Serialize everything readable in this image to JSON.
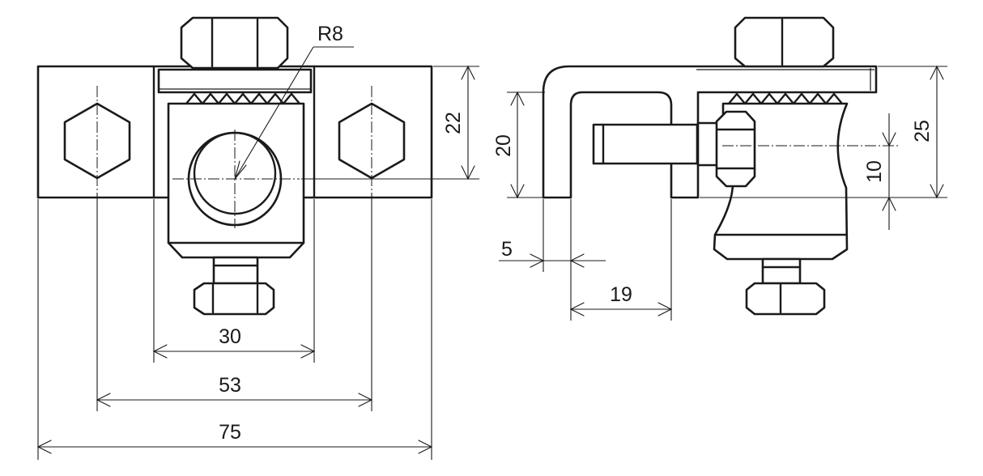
{
  "dimensions": {
    "d75": "75",
    "d53": "53",
    "d30": "30",
    "d22": "22",
    "r8": "R8",
    "d20": "20",
    "d25": "25",
    "d10": "10",
    "d5": "5",
    "d19": "19"
  },
  "colors": {
    "line": "#1a1a1a",
    "background": "#ffffff"
  }
}
